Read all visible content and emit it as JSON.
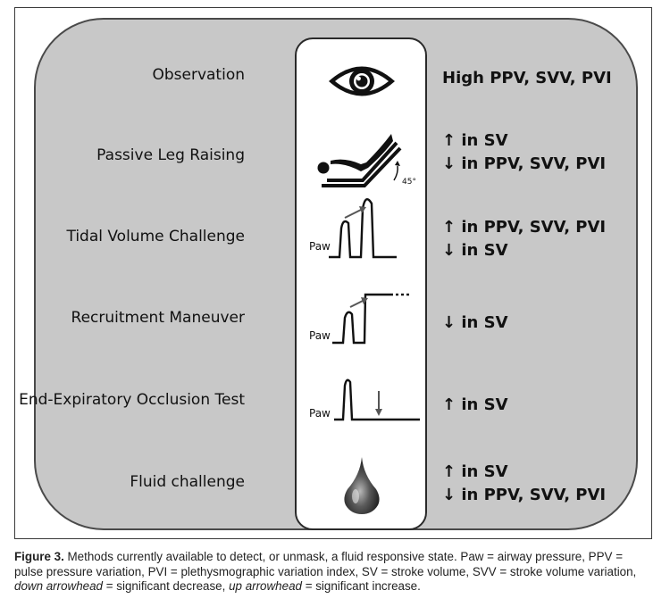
{
  "rows": [
    {
      "method": "Observation",
      "effects": [
        "High PPV, SVV, PVI"
      ],
      "icon": "eye-icon"
    },
    {
      "method": "Passive Leg Raising",
      "effects": [
        "↑ in SV",
        "↓ in PPV, SVV, PVI"
      ],
      "icon": "patient-on-tilted-bed-icon",
      "angle_label": "45°"
    },
    {
      "method": "Tidal Volume Challenge",
      "effects": [
        "↑ in PPV, SVV, PVI",
        "↓ in SV"
      ],
      "icon": "pressure-waveform-icon",
      "paw_label": "Paw"
    },
    {
      "method": "Recruitment Maneuver",
      "effects": [
        "↓ in SV"
      ],
      "icon": "pressure-plateau-icon",
      "paw_label": "Paw"
    },
    {
      "method": "End-Expiratory Occlusion Test",
      "effects": [
        "↑ in SV"
      ],
      "icon": "occlusion-waveform-icon",
      "paw_label": "Paw"
    },
    {
      "method": "Fluid challenge",
      "effects": [
        "↑ in SV",
        "↓ in PPV, SVV, PVI"
      ],
      "icon": "fluid-drop-icon"
    }
  ],
  "caption": {
    "figure_label": "Figure 3.",
    "text_1": " Methods currently available to detect, or unmask, a fluid responsive state. Paw = airway pressure, PPV = pulse pressure variation, PVI = plethysmographic variation index, SV = stroke volume, SVV = stroke volume variation, ",
    "down_term": "down arrowhead",
    "text_2": " = significant decrease, ",
    "up_term": "up arrowhead",
    "text_3": " = significant increase."
  },
  "colors": {
    "panel": "#c8c8c8",
    "border": "#2a2a2a",
    "text": "#111111"
  }
}
